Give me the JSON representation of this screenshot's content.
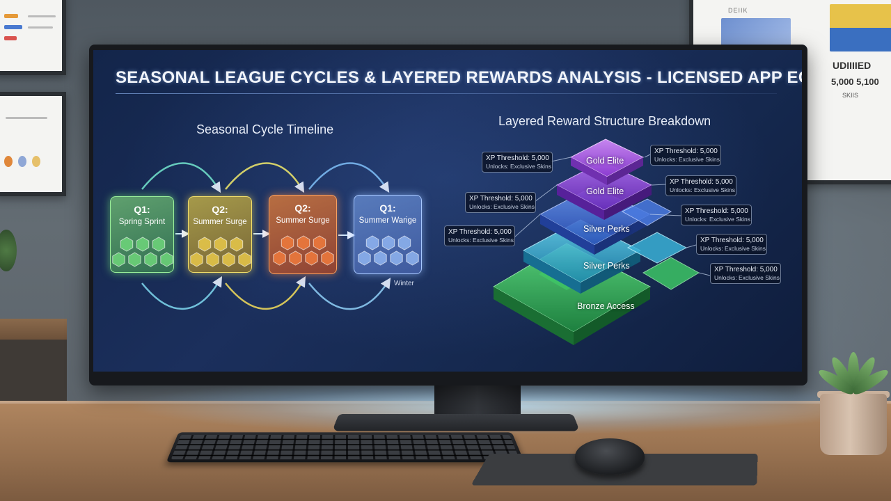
{
  "screen": {
    "title": "SEASONAL LEAGUE CYCLES & LAYERED REWARDS ANALYSIS - LICENSED APP ECOSYSTEM",
    "timeline": {
      "heading": "Seasonal Cycle Timeline",
      "cards": [
        {
          "quarter": "Q1:",
          "name": "Spring Sprint",
          "color": "#6fd67a"
        },
        {
          "quarter": "Q2:",
          "name": "Summer Surge",
          "color": "#e8c84a"
        },
        {
          "quarter": "Q2:",
          "name": "Summer Surge",
          "color": "#f07a3c"
        },
        {
          "quarter": "Q1:",
          "name": "Summer Warige",
          "color": "#8fb4f0"
        }
      ],
      "end_label": "Winter"
    },
    "rewards": {
      "heading": "Layered Reward Structure Breakdown",
      "tiers": [
        {
          "label": "Gold Elite",
          "color": "#b35ee8"
        },
        {
          "label": "Gold Elite",
          "color": "#9a4ed6"
        },
        {
          "label": "Silver Perks",
          "color": "#4a7ae0"
        },
        {
          "label": "Silver Perks",
          "color": "#3ab0d6"
        },
        {
          "label": "Bronze Access",
          "color": "#3fbf63"
        }
      ],
      "callouts": [
        {
          "threshold": "XP Threshold: 5,000",
          "unlock": "Unlocks: Exclusive Skins"
        },
        {
          "threshold": "XP Threshold: 5,000",
          "unlock": "Unlocks: Exclusive Skins"
        },
        {
          "threshold": "XP Threshold: 5,000",
          "unlock": "Unlocks: Exclusive Skins"
        },
        {
          "threshold": "XP Threshold: 5,000",
          "unlock": "Unlocks: Exclusive Skins"
        },
        {
          "threshold": "XP Threshold: 5,000",
          "unlock": "Unlocks: Exclusive Skins"
        },
        {
          "threshold": "XP Threshold: 5,000",
          "unlock": "Unlocks: Exclusive Skins"
        },
        {
          "threshold": "XP Threshold: 5,000",
          "unlock": "Unlocks: Exclusive Skins"
        },
        {
          "threshold": "XP Threshold: 5,000",
          "unlock": "Unlocks: Exclusive Skins"
        }
      ]
    }
  },
  "wall_poster": {
    "heading": "UDIIIIED",
    "numbers": "5,000 5,100",
    "sub": "SKIIS",
    "top": "DEIIK"
  }
}
